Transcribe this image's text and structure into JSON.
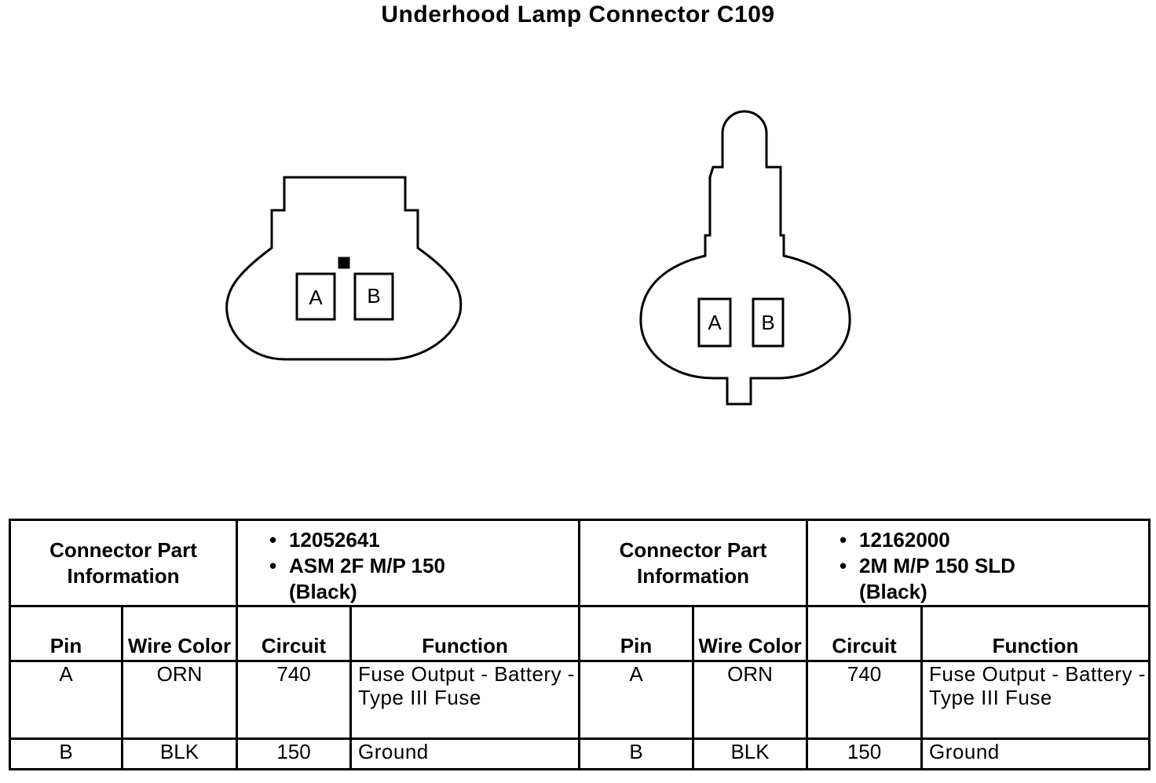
{
  "title": "Underhood Lamp Connector C109",
  "connectors": [
    {
      "pins": [
        "A",
        "B"
      ],
      "part_label": "Connector Part Information",
      "part_lines": [
        "12052641",
        "ASM 2F M/P 150",
        "(Black)"
      ],
      "columns": {
        "pin": "Pin",
        "wire_color": "Wire Color",
        "circuit": "Circuit",
        "function": "Function"
      },
      "rows": [
        {
          "pin": "A",
          "wire_color": "ORN",
          "circuit": "740",
          "function": "Fuse Output - Battery - Type III Fuse"
        },
        {
          "pin": "B",
          "wire_color": "BLK",
          "circuit": "150",
          "function": "Ground"
        }
      ]
    },
    {
      "pins": [
        "A",
        "B"
      ],
      "part_label": "Connector Part Information",
      "part_lines": [
        "12162000",
        "2M M/P 150 SLD",
        "(Black)"
      ],
      "columns": {
        "pin": "Pin",
        "wire_color": "Wire Color",
        "circuit": "Circuit",
        "function": "Function"
      },
      "rows": [
        {
          "pin": "A",
          "wire_color": "ORN",
          "circuit": "740",
          "function": "Fuse Output - Battery - Type III Fuse"
        },
        {
          "pin": "B",
          "wire_color": "BLK",
          "circuit": "150",
          "function": "Ground"
        }
      ]
    }
  ]
}
